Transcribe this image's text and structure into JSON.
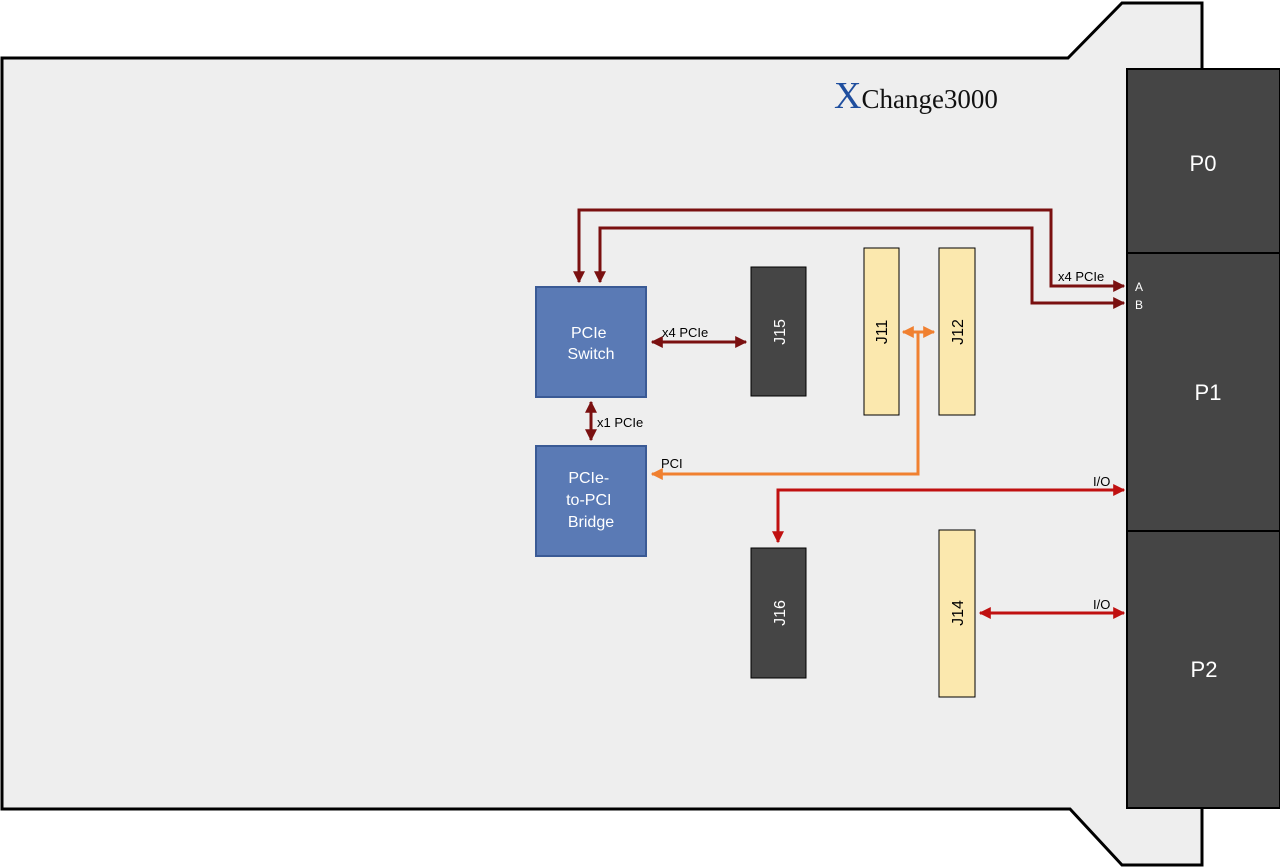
{
  "title": {
    "prefix": "X",
    "suffix": "Change3000"
  },
  "colors": {
    "board": "#eeeeee",
    "block_blue": "#5a7ab5",
    "block_blue_border": "#3a5a95",
    "connector_dark": "#454545",
    "connector_light": "#fbe8ae",
    "pcie_line": "#7a1010",
    "pci_line": "#f08030",
    "io_line": "#c01010",
    "logo_x": "#1f4e9e"
  },
  "connectors": {
    "p0": "P0",
    "p1": "P1",
    "p2": "P2"
  },
  "pins": {
    "a": "A",
    "b": "B"
  },
  "blocks": {
    "switch": [
      "PCIe",
      "Switch"
    ],
    "bridge": [
      "PCIe-",
      "to-PCI",
      "Bridge"
    ]
  },
  "headers": {
    "j15": "J15",
    "j16": "J16",
    "j11": "J11",
    "j12": "J12",
    "j14": "J14"
  },
  "links": {
    "x4_top": "x4 PCIe",
    "x4_switch": "x4 PCIe",
    "x1": "x1 PCIe",
    "pci": "PCI",
    "io_p1": "I/O",
    "io_p2": "I/O"
  }
}
